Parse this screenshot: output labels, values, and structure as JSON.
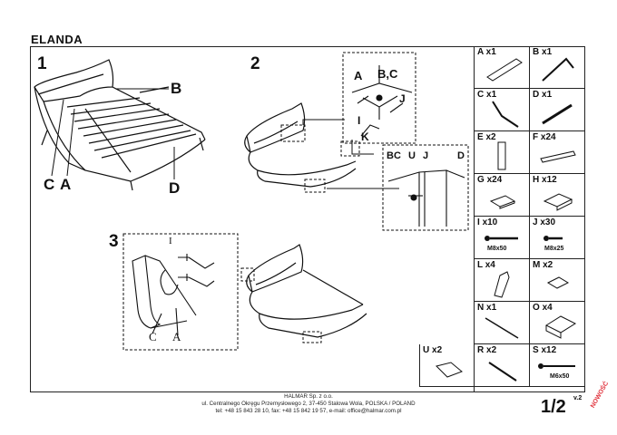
{
  "title": "ELANDA",
  "steps": {
    "s1": "1",
    "s2": "2",
    "s3": "3"
  },
  "callouts": {
    "step1_b": "B",
    "step1_c": "C",
    "step1_a": "A",
    "step1_d": "D",
    "step2_a": "A",
    "step2_bc": "B,C",
    "step2_i": "I",
    "step2_j": "J",
    "step2_k": "K",
    "step2_detail_b": "B",
    "step2_detail_c": "C",
    "step2_detail_u": "U",
    "step2_detail_j": "J",
    "step2_detail_d": "D",
    "step3_i": "I",
    "step3_c": "C",
    "step3_a": "A"
  },
  "parts": [
    {
      "code": "A",
      "qty": "x1"
    },
    {
      "code": "B",
      "qty": "x1"
    },
    {
      "code": "C",
      "qty": "x1"
    },
    {
      "code": "D",
      "qty": "x1"
    },
    {
      "code": "E",
      "qty": "x2"
    },
    {
      "code": "F",
      "qty": "x24"
    },
    {
      "code": "G",
      "qty": "x24"
    },
    {
      "code": "H",
      "qty": "x12"
    },
    {
      "code": "I",
      "qty": "x10",
      "size": "M8x50"
    },
    {
      "code": "J",
      "qty": "x30",
      "size": "M8x25"
    },
    {
      "code": "L",
      "qty": "x4"
    },
    {
      "code": "M",
      "qty": "x2"
    },
    {
      "code": "N",
      "qty": "x1"
    },
    {
      "code": "O",
      "qty": "x4"
    },
    {
      "code": "U",
      "qty": "x2"
    },
    {
      "code": "R",
      "qty": "x2"
    },
    {
      "code": "S",
      "qty": "x12",
      "size": "M6x50"
    }
  ],
  "footer": {
    "company": "HALMAR Sp. z o.o.",
    "address": "ul. Centralnego Okręgu Przemysłowego 2, 37-450 Stalowa Wola, POLSKA / POLAND",
    "contact": "tel: +48 15 843 28 10, fax: +48 15 842 19 57, e-mail: office@halmar.com.pl"
  },
  "page_number": "1/2",
  "version": "v.2",
  "badge": "NOWOŚĆ"
}
